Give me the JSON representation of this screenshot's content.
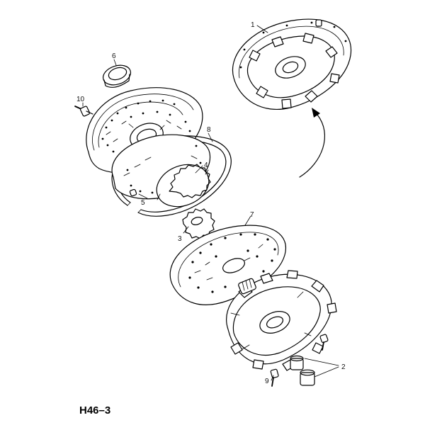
{
  "figure_id": "H46–3",
  "callouts": {
    "c1": "1",
    "c2": "2",
    "c3": "3",
    "c4": "4",
    "c5": "5",
    "c6": "6",
    "c7": "7",
    "c8": "8",
    "c9": "9",
    "c10": "10"
  }
}
